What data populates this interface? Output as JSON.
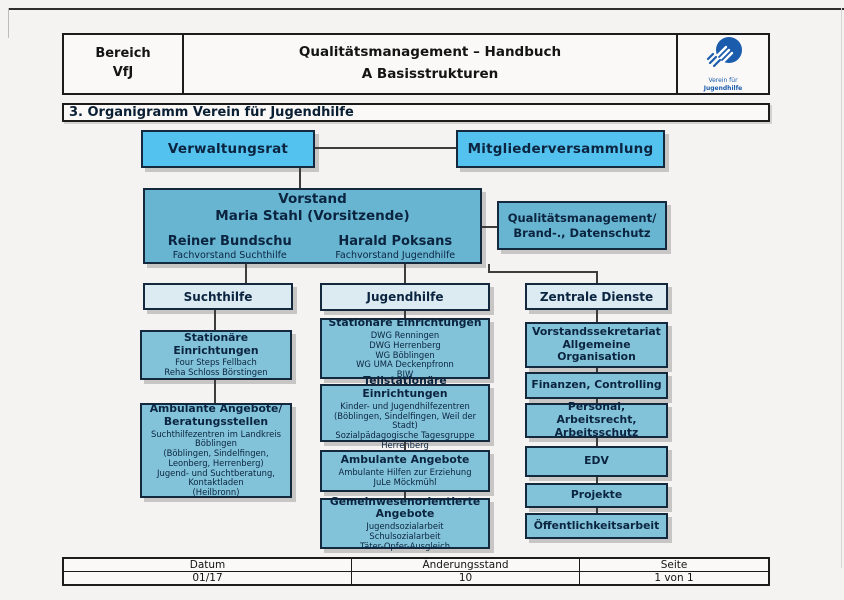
{
  "header": {
    "bereich_label": "Bereich",
    "bereich_value": "VfJ",
    "title_line1": "Qualitätsmanagement – Handbuch",
    "title_line2": "A  Basisstrukturen",
    "logo_caption_line1": "Verein für",
    "logo_caption_line2": "Jugendhilfe"
  },
  "section_title": "3. Organigramm Verein für Jugendhilfe",
  "org": {
    "verwaltungsrat": "Verwaltungsrat",
    "mitgliederversammlung": "Mitgliederversammlung",
    "vorstand": {
      "title": "Vorstand",
      "chair": "Maria Stahl (Vorsitzende)",
      "left_name": "Reiner Bundschu",
      "left_role": "Fachvorstand Suchthilfe",
      "right_name": "Harald Poksans",
      "right_role": "Fachvorstand Jugendhilfe"
    },
    "qm_box": "Qualitätsmanagement/ Brand-., Datenschutz",
    "columns": [
      {
        "header": "Suchthilfe",
        "boxes": [
          {
            "title": "Stationäre Einrichtungen",
            "lines": [
              "Four Steps Fellbach",
              "Reha Schloss Börstingen"
            ]
          },
          {
            "title": "Ambulante Angebote/ Beratungsstellen",
            "lines": [
              "Suchthilfezentren im Landkreis Böblingen",
              "(Böblingen, Sindelfingen, Leonberg, Herrenberg)",
              "Jugend- und Suchtberatung, Kontaktladen",
              "(Heilbronn)"
            ]
          }
        ]
      },
      {
        "header": "Jugendhilfe",
        "boxes": [
          {
            "title": "Stationäre Einrichtungen",
            "lines": [
              "DWG Renningen",
              "DWG Herrenberg",
              "WG Böblingen",
              "WG UMA Deckenpfronn",
              "BJW"
            ]
          },
          {
            "title": "Teilstationäre Einrichtungen",
            "lines": [
              "Kinder- und Jugendhilfezentren (Böblingen, Sindelfingen, Weil der Stadt)",
              "Sozialpädagogische Tagesgruppe Herrenberg"
            ]
          },
          {
            "title": "Ambulante Angebote",
            "lines": [
              "Ambulante Hilfen zur Erziehung",
              "JuLe Möckmühl"
            ]
          },
          {
            "title": "Gemeinwesenorientierte Angebote",
            "lines": [
              "Jugendsozialarbeit",
              "Schulsozialarbeit",
              "Täter-Opfer-Ausgleich"
            ]
          }
        ]
      },
      {
        "header": "Zentrale Dienste",
        "boxes": [
          {
            "title": "Vorstandssekretariat Allgemeine Organisation",
            "lines": []
          },
          {
            "title": "Finanzen, Controlling",
            "lines": []
          },
          {
            "title": "Personal, Arbeitsrecht, Arbeitsschutz",
            "lines": []
          },
          {
            "title": "EDV",
            "lines": []
          },
          {
            "title": "Projekte",
            "lines": []
          },
          {
            "title": "Öffentlichkeitsarbeit",
            "lines": []
          }
        ]
      }
    ]
  },
  "footer": {
    "col1_label": "Datum",
    "col1_value": "01/17",
    "col2_label": "Änderungsstand",
    "col2_value": "10",
    "col3_label": "Seite",
    "col3_value": "1 von 1"
  },
  "colors": {
    "accent_bright_blue": "#54c2ee",
    "teal": "#67b5d1",
    "light_teal": "#82c3d9",
    "pale_blue": "#dceaf2",
    "logo_blue": "#1b5cad",
    "box_border": "#14293e"
  }
}
